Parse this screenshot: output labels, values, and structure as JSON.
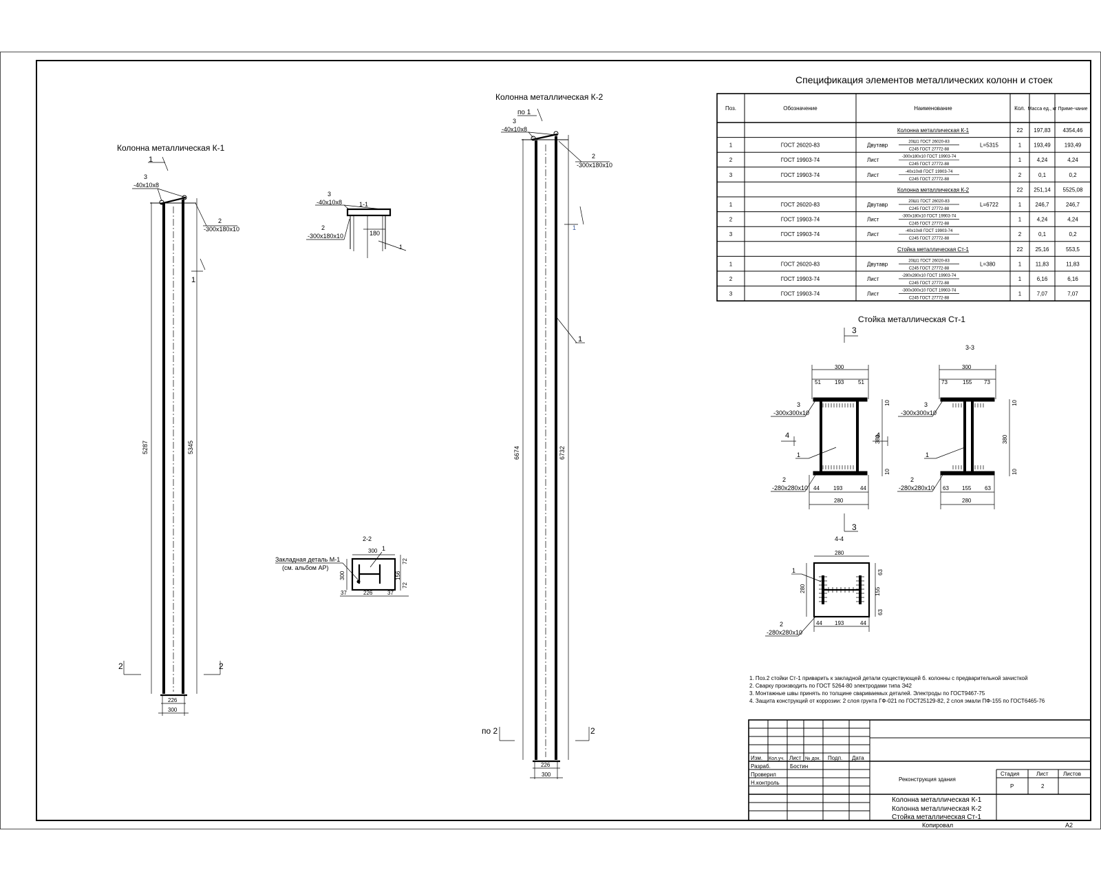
{
  "colors": {
    "ink": "#000000",
    "paper": "#ffffff"
  },
  "k1": {
    "title": "Колонна металлическая К-1",
    "cut1": "1",
    "pos3": "3",
    "plate3": "-40х10х8",
    "pos2": "2",
    "plate2": "-300х180х10",
    "pos1": "1",
    "dim_left": "5287",
    "dim_right": "5345",
    "dim_226": "226",
    "dim_300": "300",
    "cut2": "2"
  },
  "k2": {
    "title": "Колонна металлическая К-2",
    "po1": "по 1",
    "pos3": "3",
    "plate3": "-40х10х8",
    "pos2": "2",
    "plate2": "-300х180х10",
    "pos1": "1",
    "mark1": "1",
    "dim_left": "6674",
    "dim_right": "6732",
    "dim_226": "226",
    "dim_300": "300",
    "po2": "по 2",
    "cut2": "2"
  },
  "sec11": {
    "title": "1-1",
    "pos3": "3",
    "plate3": "-40х10х8",
    "pos2": "2",
    "plate2": "-300х180х10",
    "dim": "180",
    "pos1": "1"
  },
  "sec22": {
    "title": "2-2",
    "pos1": "1",
    "emb1": "Закладная деталь М-1",
    "emb2": "(см. альбом АР)",
    "d300_top": "300",
    "d300_side": "300",
    "d72a": "72",
    "d156": "156",
    "d72b": "72",
    "d37a": "37",
    "d226": "226",
    "d37b": "37"
  },
  "spec": {
    "title": "Спецификация элементов металлических колонн и стоек",
    "headers": [
      "Поз.",
      "Обозначение",
      "Наименование",
      "Кол.",
      "Масса ед., кг",
      "Приме-чание"
    ],
    "rows": [
      {
        "pos": "",
        "desig": "",
        "name": "Колонна металлическая К-1",
        "type": "group",
        "sub1": "",
        "sub2": "",
        "len": "",
        "qty": "22",
        "mass": "197,83",
        "note": "4354,46"
      },
      {
        "pos": "1",
        "desig": "ГОСТ 26020-83",
        "name": "Двутавр",
        "type": "item",
        "sub1": "20Ш1 ГОСТ 26020-83",
        "sub2": "С245 ГОСТ 27772-88",
        "len": "L=5315",
        "qty": "1",
        "mass": "193,49",
        "note": "193,49"
      },
      {
        "pos": "2",
        "desig": "ГОСТ 19903-74",
        "name": "Лист",
        "type": "item",
        "sub1": "-300х180х10 ГОСТ 19903-74",
        "sub2": "С245 ГОСТ 27772-88",
        "len": "",
        "qty": "1",
        "mass": "4,24",
        "note": "4,24"
      },
      {
        "pos": "3",
        "desig": "ГОСТ 19903-74",
        "name": "Лист",
        "type": "item",
        "sub1": "-40х10х8 ГОСТ 19903-74",
        "sub2": "С245 ГОСТ 27772-88",
        "len": "",
        "qty": "2",
        "mass": "0,1",
        "note": "0,2"
      },
      {
        "pos": "",
        "desig": "",
        "name": "Колонна металлическая К-2",
        "type": "group",
        "sub1": "",
        "sub2": "",
        "len": "",
        "qty": "22",
        "mass": "251,14",
        "note": "5525,08"
      },
      {
        "pos": "1",
        "desig": "ГОСТ 26020-83",
        "name": "Двутавр",
        "type": "item",
        "sub1": "20Ш1 ГОСТ 26020-83",
        "sub2": "С245 ГОСТ 27772-88",
        "len": "L=6722",
        "qty": "1",
        "mass": "246,7",
        "note": "246,7"
      },
      {
        "pos": "2",
        "desig": "ГОСТ 19903-74",
        "name": "Лист",
        "type": "item",
        "sub1": "-300х180х10 ГОСТ 19903-74",
        "sub2": "С245 ГОСТ 27772-88",
        "len": "",
        "qty": "1",
        "mass": "4,24",
        "note": "4,24"
      },
      {
        "pos": "3",
        "desig": "ГОСТ 19903-74",
        "name": "Лист",
        "type": "item",
        "sub1": "-40х10х8 ГОСТ 19903-74",
        "sub2": "С245 ГОСТ 27772-88",
        "len": "",
        "qty": "2",
        "mass": "0,1",
        "note": "0,2"
      },
      {
        "pos": "",
        "desig": "",
        "name": "Стойка металлическая Ст-1",
        "type": "group",
        "sub1": "",
        "sub2": "",
        "len": "",
        "qty": "22",
        "mass": "25,16",
        "note": "553,5"
      },
      {
        "pos": "1",
        "desig": "ГОСТ 26020-83",
        "name": "Двутавр",
        "type": "item",
        "sub1": "20Ш1 ГОСТ 26020-83",
        "sub2": "С245 ГОСТ 27772-88",
        "len": "L=380",
        "qty": "1",
        "mass": "11,83",
        "note": "11,83"
      },
      {
        "pos": "2",
        "desig": "ГОСТ 19903-74",
        "name": "Лист",
        "type": "item",
        "sub1": "-280х280х10 ГОСТ 19903-74",
        "sub2": "С245 ГОСТ 27772-88",
        "len": "",
        "qty": "1",
        "mass": "6,16",
        "note": "6,16"
      },
      {
        "pos": "3",
        "desig": "ГОСТ 19903-74",
        "name": "Лист",
        "type": "item",
        "sub1": "-300х300х10 ГОСТ 19903-74",
        "sub2": "С245 ГОСТ 27772-88",
        "len": "",
        "qty": "1",
        "mass": "7,07",
        "note": "7,07"
      }
    ]
  },
  "st1": {
    "title": "Стойка металлическая Ст-1",
    "cut3": "3",
    "cut3b": "3",
    "title33": "3-3",
    "a": {
      "w300": "300",
      "d51a": "51",
      "d193": "193",
      "d51b": "51",
      "pos3": "3",
      "plate3": "-300х300х10",
      "pos4": "4",
      "d10a": "10",
      "d380": "380",
      "d10b": "10",
      "pos1": "1",
      "pos2": "2",
      "plate2": "-280х280х10",
      "d44a": "44",
      "d193b": "193",
      "d44b": "44",
      "w280": "280"
    },
    "b": {
      "w300": "300",
      "d73a": "73",
      "d155": "155",
      "d73b": "73",
      "pos3": "3",
      "plate3": "-300х300х10",
      "pos4": "4",
      "d10a": "10",
      "d380": "380",
      "d10b": "10",
      "pos1": "1",
      "pos2": "2",
      "plate2": "-280х280х10",
      "d63a": "63",
      "d155b": "155",
      "d63b": "63",
      "w280": "280"
    }
  },
  "sec44": {
    "title": "4-4",
    "w280": "280",
    "h280": "280",
    "pos1": "1",
    "d63a": "63",
    "d155": "155",
    "d63b": "63",
    "d44a": "44",
    "d193": "193",
    "d44b": "44",
    "pos2": "2",
    "plate2": "-280х280х10"
  },
  "notes": [
    "1. Поз.2 стойки Ст-1 приварить к закладной детали существующей б. колонны с предварительной зачисткой",
    "2. Сварку производить по ГОСТ 5264-80 электродами типа Э42",
    "3. Монтажные швы принять по толщине свариваемых деталей. Электроды по ГОСТ9467-75",
    "4. Защита конструкций от коррозии: 2 слоя грунта ГФ-021 по ГОСТ25129-82, 2 слоя эмали ПФ-155 по ГОСТ6465-76"
  ],
  "stamp": {
    "h_izm": "Изм.",
    "h_kol": "Кол.уч.",
    "h_list": "Лист",
    "h_doc": "№ док.",
    "h_podp": "Подп.",
    "h_date": "Дата",
    "r_razrab": "Разраб.",
    "razrab_name": "Бостин",
    "r_prov": "Проверил",
    "r_nkontr": "Н.контроль",
    "project": "Реконструкция здания",
    "h_stadia": "Стадия",
    "h_list2": "Лист",
    "h_listov": "Листов",
    "stadia": "Р",
    "list": "2",
    "sheet1": "Колонна металлическая К-1",
    "sheet2": "Колонна металлическая К-2",
    "sheet3": "Стойка металлическая Ст-1",
    "kopiroval": "Копировал",
    "format": "А2"
  }
}
